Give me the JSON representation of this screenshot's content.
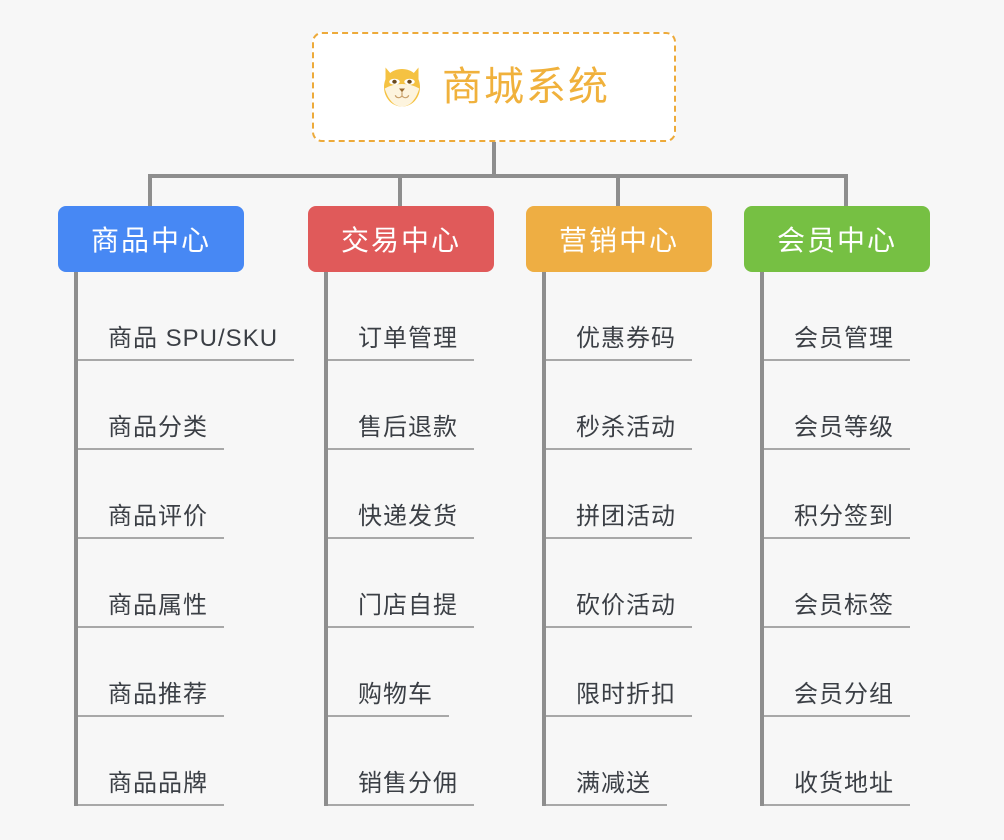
{
  "root": {
    "title": "商城系统",
    "icon": "shiba-dog-icon",
    "accent_color": "#f0b13c",
    "border_color": "#edaa3a",
    "border_style": "dashed"
  },
  "line_color": "#8e8e8e",
  "item_underline_color": "#a8a8a8",
  "background_color": "#f7f7f7",
  "columns": [
    {
      "title": "商品中心",
      "color": "#4788f4",
      "items": [
        "商品 SPU/SKU",
        "商品分类",
        "商品评价",
        "商品属性",
        "商品推荐",
        "商品品牌"
      ]
    },
    {
      "title": "交易中心",
      "color": "#e05a5a",
      "items": [
        "订单管理",
        "售后退款",
        "快递发货",
        "门店自提",
        "购物车",
        "销售分佣"
      ]
    },
    {
      "title": "营销中心",
      "color": "#eeae43",
      "items": [
        "优惠券码",
        "秒杀活动",
        "拼团活动",
        "砍价活动",
        "限时折扣",
        "满减送"
      ]
    },
    {
      "title": "会员中心",
      "color": "#76c043",
      "items": [
        "会员管理",
        "会员等级",
        "积分签到",
        "会员标签",
        "会员分组",
        "收货地址"
      ]
    }
  ]
}
